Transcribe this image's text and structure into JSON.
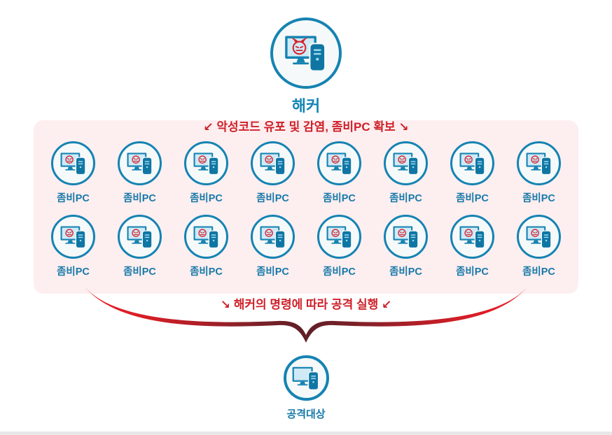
{
  "hacker": {
    "label": "해커"
  },
  "infection_caption": "↙ 악성코드 유포 및 감염, 좀비PC 확보 ↘",
  "zombie_grid": {
    "label": "좀비PC",
    "rows": 2,
    "columns": 8,
    "count": 16
  },
  "attack_caption": "↘ 해커의 명령에 따라 공격 실행 ↙",
  "target": {
    "label": "공격대상"
  },
  "colors": {
    "teal_border": "#1583b2",
    "tower_teal": "#0f76a4",
    "screen_blue": "#cfeaf7",
    "label_teal": "#1779a8",
    "caption_red": "#ce2129",
    "face_red": "#d5222b",
    "panel_pink": "#fdeef0",
    "brace_bright_red": "#ee1c25",
    "brace_dark_maroon": "#5f1f26",
    "bottom_bar_gray": "#e8e8e8"
  }
}
